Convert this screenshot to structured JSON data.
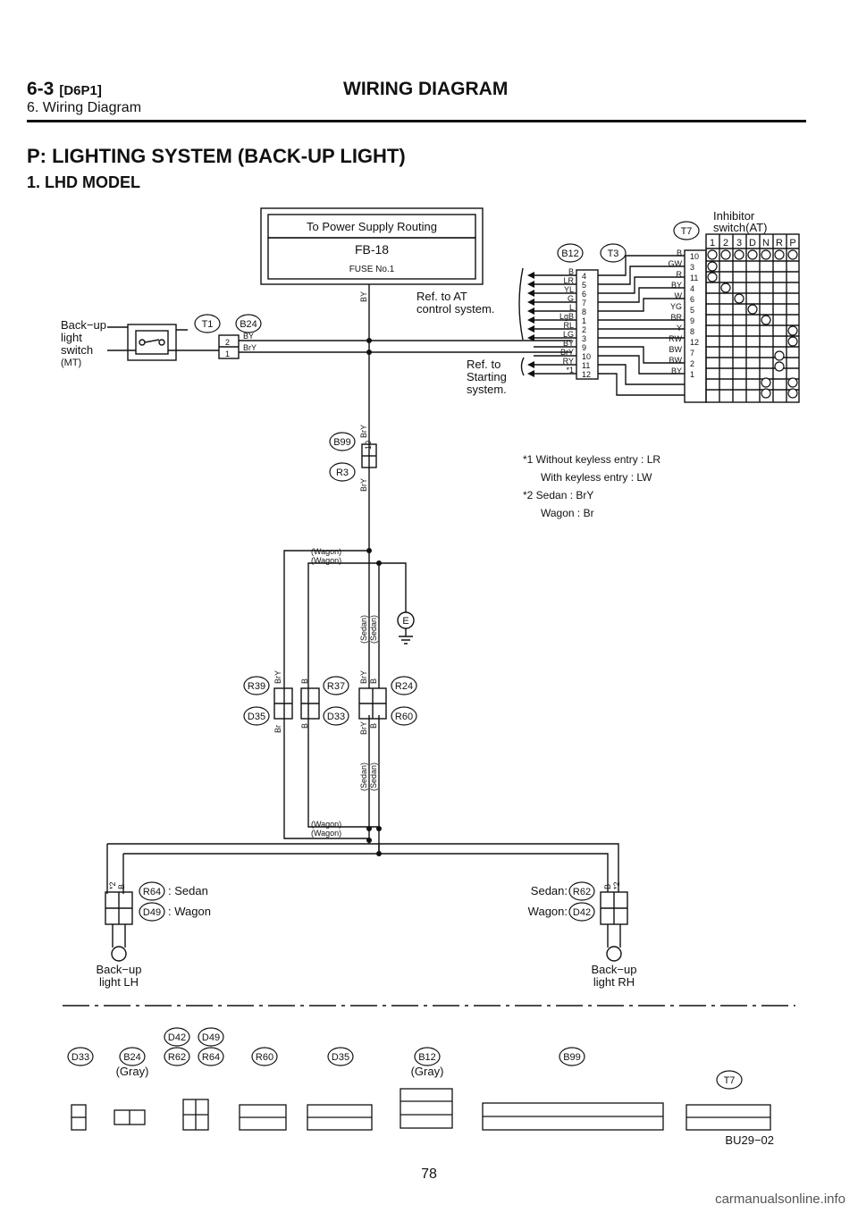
{
  "header": {
    "section": "6-3",
    "code": "[D6P1]",
    "subtitle": "6. Wiring Diagram",
    "title": "WIRING DIAGRAM"
  },
  "page_title": "P: LIGHTING SYSTEM (BACK-UP LIGHT)",
  "section_title": "1. LHD MODEL",
  "power": {
    "label": "To Power Supply Routing",
    "fb": "FB-18",
    "fuse": "FUSE No.1"
  },
  "wire_colors": {
    "by": "BY",
    "bry": "BrY",
    "br": "Br",
    "b": "B"
  },
  "backup_switch": {
    "label1": "Back−up",
    "label2": "light",
    "label3": "switch",
    "label4": "(MT)",
    "pin2": "2",
    "pin1": "1"
  },
  "connectors": {
    "t1": "T1",
    "b24": "B24",
    "b12": "B12",
    "t3": "T3",
    "t7": "T7",
    "b99": "B99",
    "r3": "R3",
    "r39": "R39",
    "d35": "D35",
    "r37": "R37",
    "d33": "D33",
    "r24": "R24",
    "r60": "R60",
    "r64": "R64",
    "d49": "D49",
    "r62": "R62",
    "d42": "D42",
    "b99_pin": "10",
    "e": "E"
  },
  "inhibitor": {
    "label1": "Inhibitor",
    "label2": "switch(AT)",
    "positions": [
      "1",
      "2",
      "3",
      "D",
      "N",
      "R",
      "P"
    ],
    "rows": [
      {
        "wire": "B",
        "pin": "10"
      },
      {
        "wire": "GW",
        "pin": "3"
      },
      {
        "wire": "R",
        "pin": "11"
      },
      {
        "wire": "BY",
        "pin": "4"
      },
      {
        "wire": "W",
        "pin": "6"
      },
      {
        "wire": "YG",
        "pin": "5"
      },
      {
        "wire": "BR",
        "pin": "9"
      },
      {
        "wire": "Y",
        "pin": "8"
      },
      {
        "wire": "RW",
        "pin": "12"
      },
      {
        "wire": "BW",
        "pin": "7"
      },
      {
        "wire": "BW",
        "pin": "2"
      },
      {
        "wire": "BY",
        "pin": "1"
      }
    ]
  },
  "b12_rows": [
    {
      "wire": "B",
      "pin": "4"
    },
    {
      "wire": "LR",
      "pin": "5"
    },
    {
      "wire": "YL",
      "pin": "6"
    },
    {
      "wire": "G",
      "pin": "7"
    },
    {
      "wire": "L",
      "pin": "8"
    },
    {
      "wire": "LgB",
      "pin": "1"
    },
    {
      "wire": "RL",
      "pin": "2"
    },
    {
      "wire": "LG",
      "pin": "3"
    },
    {
      "wire": "BY",
      "pin": "9"
    },
    {
      "wire": "BrY",
      "pin": "10"
    },
    {
      "wire": "RY",
      "pin": "11"
    },
    {
      "wire": "*1",
      "pin": "12"
    }
  ],
  "refs": {
    "at1": "Ref. to AT",
    "at2": "control system.",
    "st1": "Ref. to",
    "st2": "Starting",
    "st3": "system."
  },
  "notes": {
    "n1a": "*1 Without keyless entry : LR",
    "n1b": "With keyless entry      : LW",
    "n2a": "*2 Sedan : BrY",
    "n2b": "Wagon : Br"
  },
  "variants": {
    "wagon": "(Wagon)",
    "sedan": "(Sedan)"
  },
  "lamps": {
    "lh1": "Back−up",
    "lh2": "light LH",
    "rh1": "Back−up",
    "rh2": "light RH",
    "lh_sedan": ": Sedan",
    "lh_wagon": ": Wagon",
    "rh_sedan": "Sedan:",
    "rh_wagon": "Wagon:",
    "star2": "*2"
  },
  "legend": {
    "gray": "(Gray)",
    "code": "BU29−02",
    "labels": [
      "D33",
      "B24",
      "D42",
      "D49",
      "R62",
      "R64",
      "R60",
      "D35",
      "B12",
      "B99",
      "T7"
    ]
  },
  "page_number": "78",
  "watermark": "carmanualsonline.info"
}
